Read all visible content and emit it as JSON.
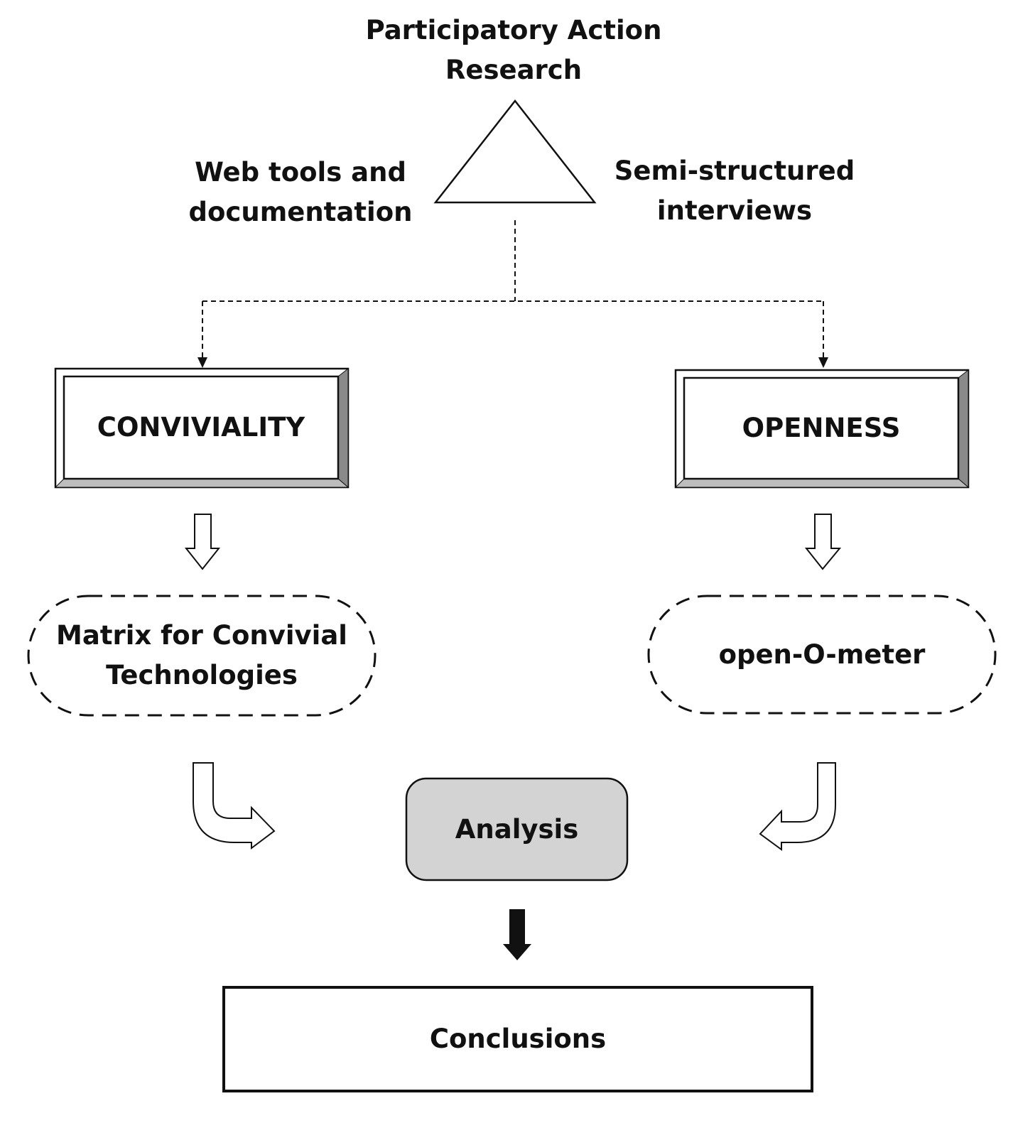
{
  "top": {
    "line1": "Participatory Action",
    "line2": "Research"
  },
  "left_method": {
    "line1": "Web tools and",
    "line2": "documentation"
  },
  "right_method": {
    "line1": "Semi-structured",
    "line2": "interviews"
  },
  "conviviality": {
    "label": "CONVIVIALITY"
  },
  "openness": {
    "label": "OPENNESS"
  },
  "matrix": {
    "line1": "Matrix for Convivial",
    "line2": "Technologies"
  },
  "openometer": {
    "label": "open-O-meter"
  },
  "analysis": {
    "label": "Analysis",
    "fill": "#d3d3d3"
  },
  "conclusions": {
    "label": "Conclusions"
  }
}
